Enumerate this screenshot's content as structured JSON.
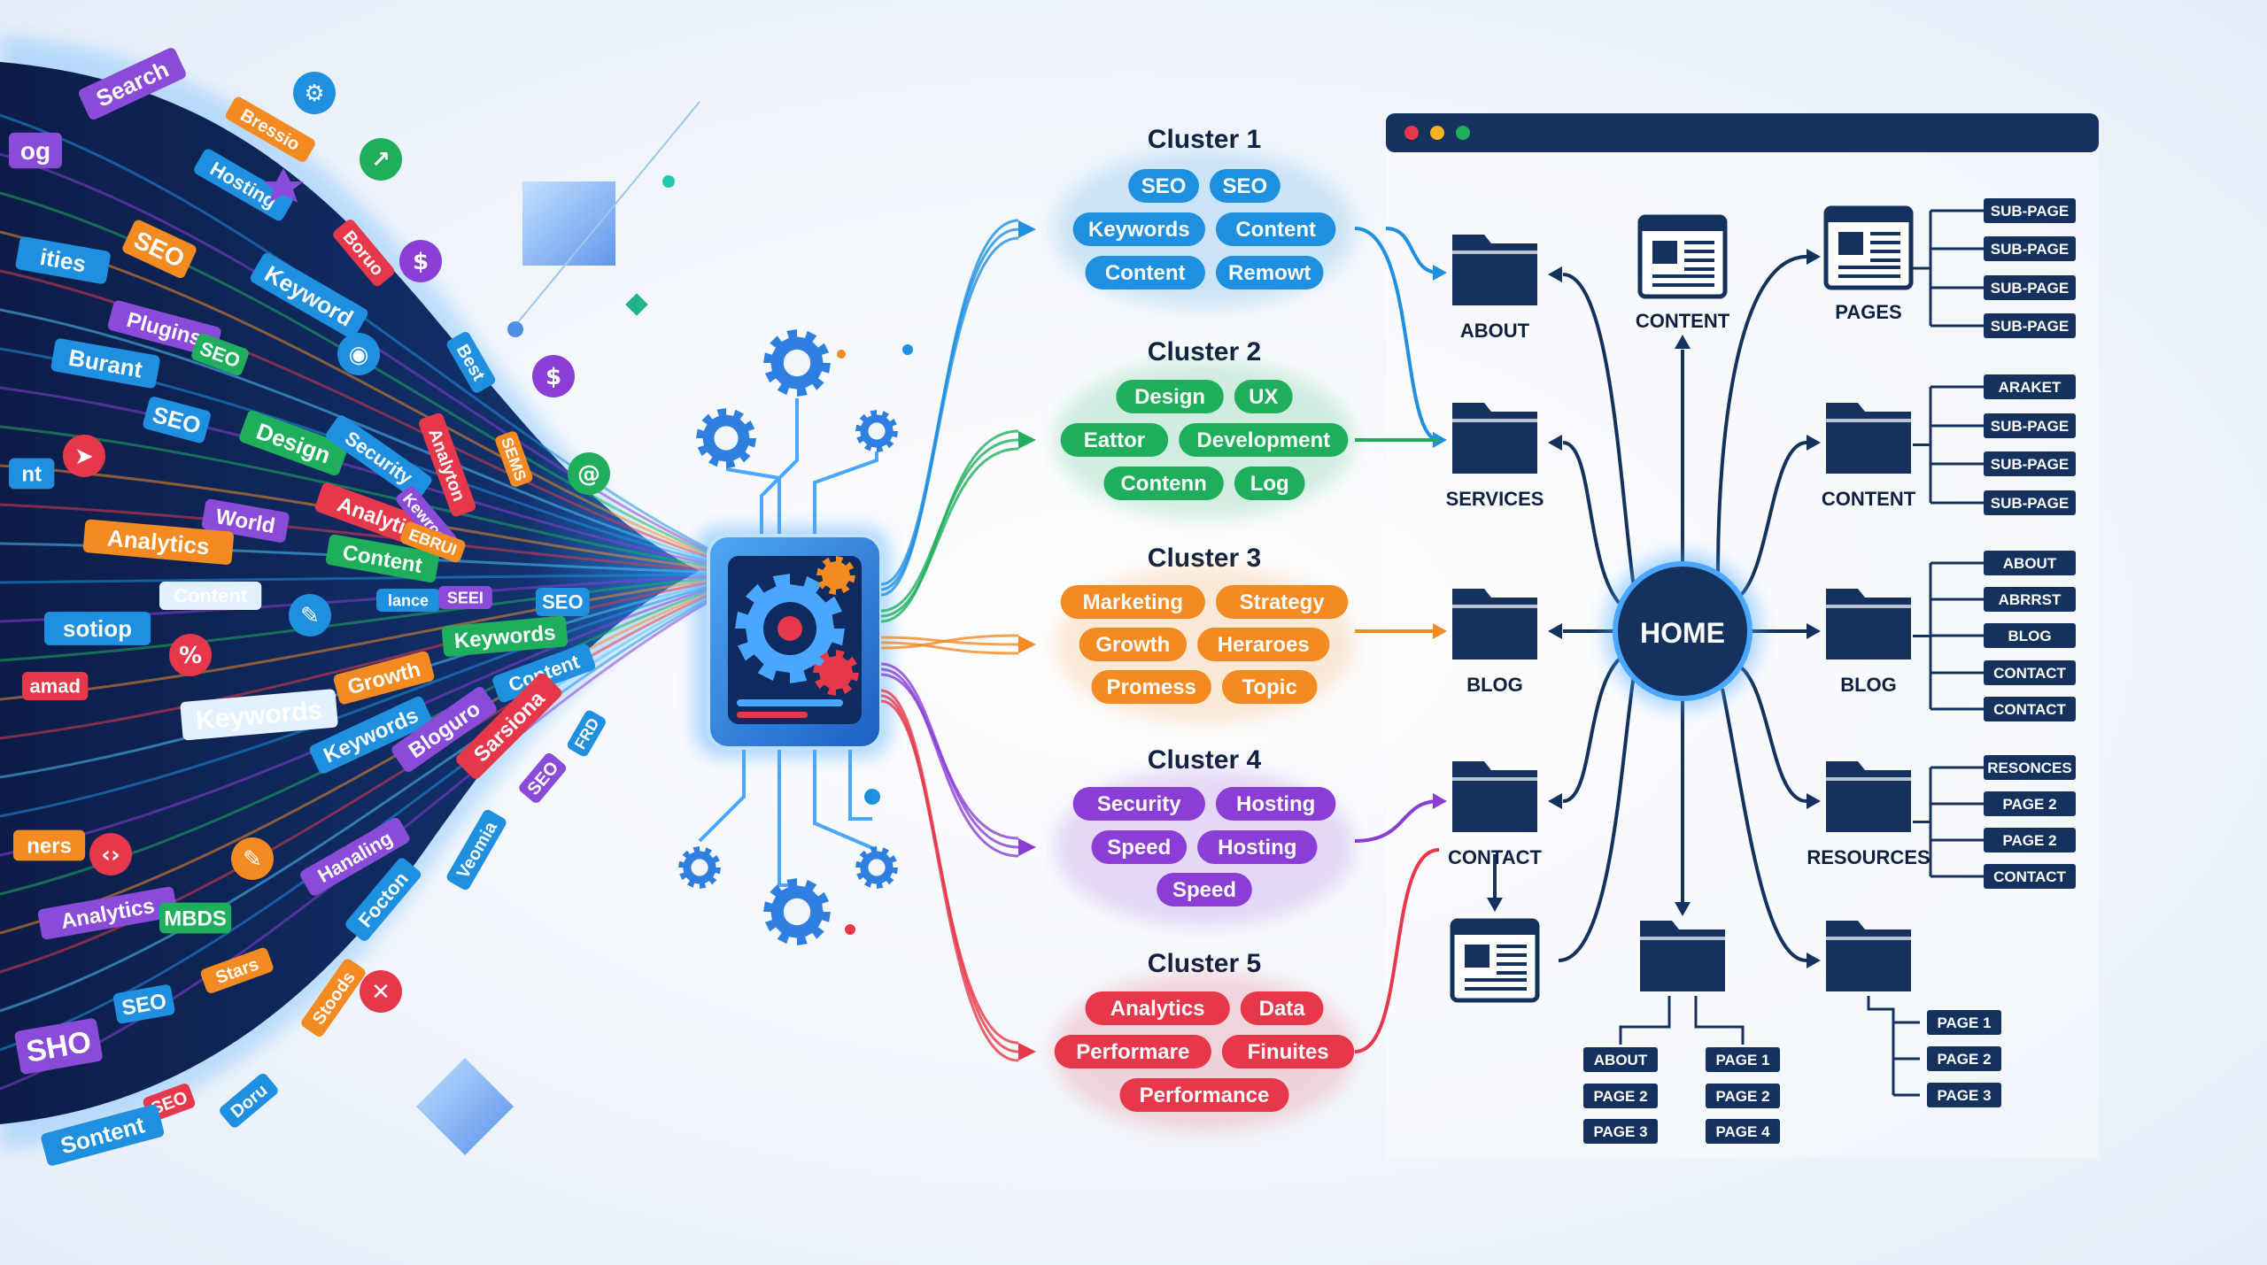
{
  "colors": {
    "background": "#f2f6fb",
    "navy": "#15325e",
    "cluster1": "#1f8fe0",
    "cluster2": "#1fae5c",
    "cluster3": "#f48a22",
    "cluster4": "#8a3ed6",
    "cluster5": "#e6384a"
  },
  "keyword_stream": {
    "tags": [
      {
        "text": "Search",
        "color": "#8a4bd8"
      },
      {
        "text": "Bressio",
        "color": "#f48a22"
      },
      {
        "text": "Hosting",
        "color": "#1f8fe0"
      },
      {
        "text": "og",
        "color": "#8a4bd8"
      },
      {
        "text": "SEO",
        "color": "#f48a22"
      },
      {
        "text": "Boruo",
        "color": "#e6384a"
      },
      {
        "text": "Keyword",
        "color": "#1f8fe0"
      },
      {
        "text": "ities",
        "color": "#1f8fe0"
      },
      {
        "text": "Plugins",
        "color": "#8a4bd8"
      },
      {
        "text": "SEO",
        "color": "#1fae5c"
      },
      {
        "text": "Best",
        "color": "#1f8fe0"
      },
      {
        "text": "Burant",
        "color": "#1f8fe0"
      },
      {
        "text": "SEO",
        "color": "#1f8fe0"
      },
      {
        "text": "Design",
        "color": "#1fae5c"
      },
      {
        "text": "Security",
        "color": "#1f8fe0"
      },
      {
        "text": "Analyton",
        "color": "#e6384a"
      },
      {
        "text": "SEMS",
        "color": "#f48a22"
      },
      {
        "text": "nt",
        "color": "#1f8fe0"
      },
      {
        "text": "Analytic",
        "color": "#e6384a"
      },
      {
        "text": "Kewrom",
        "color": "#8a4bd8"
      },
      {
        "text": "World",
        "color": "#8a4bd8"
      },
      {
        "text": "Analytics",
        "color": "#f48a22"
      },
      {
        "text": "Content",
        "color": "#1fae5c"
      },
      {
        "text": "EBRUI",
        "color": "#f48a22"
      },
      {
        "text": "Content",
        "color": "#e3f0ff"
      },
      {
        "text": "lance",
        "color": "#1f8fe0"
      },
      {
        "text": "SEEI",
        "color": "#8a4bd8"
      },
      {
        "text": "SEO",
        "color": "#1f8fe0"
      },
      {
        "text": "sotiop",
        "color": "#1f8fe0"
      },
      {
        "text": "Keywords",
        "color": "#1fae5c"
      },
      {
        "text": "amad",
        "color": "#e6384a"
      },
      {
        "text": "Growth",
        "color": "#f48a22"
      },
      {
        "text": "Content",
        "color": "#1f8fe0"
      },
      {
        "text": "Keywords",
        "color": "#e3f0ff"
      },
      {
        "text": "Keywords",
        "color": "#1f8fe0"
      },
      {
        "text": "Bloguro",
        "color": "#8a4bd8"
      },
      {
        "text": "Sarsiona",
        "color": "#e6384a"
      },
      {
        "text": "SEO",
        "color": "#8a4bd8"
      },
      {
        "text": "FRD",
        "color": "#1f8fe0"
      },
      {
        "text": "ners",
        "color": "#f48a22"
      },
      {
        "text": "Hanaling",
        "color": "#8a4bd8"
      },
      {
        "text": "Veomia",
        "color": "#1f8fe0"
      },
      {
        "text": "Analytics",
        "color": "#8a4bd8"
      },
      {
        "text": "MBDS",
        "color": "#1fae5c"
      },
      {
        "text": "Focton",
        "color": "#1f8fe0"
      },
      {
        "text": "SEO",
        "color": "#1f8fe0"
      },
      {
        "text": "Stars",
        "color": "#f48a22"
      },
      {
        "text": "SHO",
        "color": "#8a4bd8"
      },
      {
        "text": "Stoods",
        "color": "#f48a22"
      },
      {
        "text": "SEO",
        "color": "#e6384a"
      },
      {
        "text": "Sontent",
        "color": "#1f8fe0"
      },
      {
        "text": "Doru",
        "color": "#1f8fe0"
      }
    ]
  },
  "clusters": [
    {
      "title": "Cluster 1",
      "color": "#1f8fe0",
      "rows": [
        [
          "SEO",
          "SEO"
        ],
        [
          "Keywords",
          "Content"
        ],
        [
          "Content",
          "Remowt"
        ]
      ]
    },
    {
      "title": "Cluster 2",
      "color": "#1fae5c",
      "rows": [
        [
          "Design",
          "UX"
        ],
        [
          "Eattor",
          "Development"
        ],
        [
          "Contenn",
          "Log"
        ]
      ]
    },
    {
      "title": "Cluster 3",
      "color": "#f48a22",
      "rows": [
        [
          "Marketing",
          "Strategy"
        ],
        [
          "Growth",
          "Heraroes"
        ],
        [
          "Promess",
          "Topic"
        ]
      ]
    },
    {
      "title": "Cluster 4",
      "color": "#8a3ed6",
      "rows": [
        [
          "Security",
          "Hosting"
        ],
        [
          "Speed",
          "Hosting"
        ],
        [
          "Speed"
        ]
      ]
    },
    {
      "title": "Cluster 5",
      "color": "#e6384a",
      "rows": [
        [
          "Analytics",
          "Data"
        ],
        [
          "Performare",
          "Finuites"
        ],
        [
          "Performance"
        ]
      ]
    }
  ],
  "sitemap": {
    "home": "HOME",
    "folders": {
      "about": "ABOUT",
      "content_page": "CONTENT",
      "pages": "PAGES",
      "services": "SERVICES",
      "content_right": "CONTENT",
      "blog_left": "BLOG",
      "blog_right": "BLOG",
      "contact": "CONTACT",
      "resources": "RESOURCES"
    },
    "pages_subpages": [
      "SUB-PAGE",
      "SUB-PAGE",
      "SUB-PAGE",
      "SUB-PAGE"
    ],
    "content_subpages": [
      "ARAKET",
      "SUB-PAGE",
      "SUB-PAGE",
      "SUB-PAGE"
    ],
    "blog_links": [
      "ABOUT",
      "ABRRST",
      "BLOG",
      "CONTACT",
      "CONTACT"
    ],
    "resources_links": [
      "RESONCES",
      "PAGE 2",
      "PAGE 2",
      "CONTACT"
    ],
    "bottom_mid_left": [
      "ABOUT",
      "PAGE 2",
      "PAGE 3"
    ],
    "bottom_mid_right": [
      "PAGE 1",
      "PAGE 2",
      "PAGE 4"
    ],
    "bottom_right": [
      "PAGE 1",
      "PAGE 2",
      "PAGE 3"
    ]
  }
}
